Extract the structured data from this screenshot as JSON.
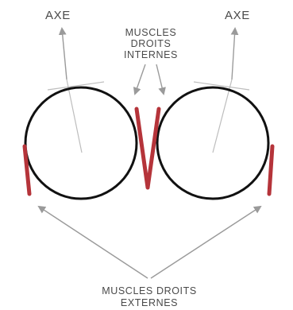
{
  "labels": {
    "axis_left": "AXE",
    "axis_right": "AXE",
    "medial_line1": "MUSCLES",
    "medial_line2": "DROITS",
    "medial_line3": "INTERNES",
    "lateral_line1": "MUSCLES DROITS",
    "lateral_line2": "EXTERNES"
  },
  "colors": {
    "eye_outline": "#111111",
    "muscle": "#b5343a",
    "arrow": "#9a9a9a",
    "axis_line": "#bdbdbd",
    "text": "#4a4a4a"
  }
}
